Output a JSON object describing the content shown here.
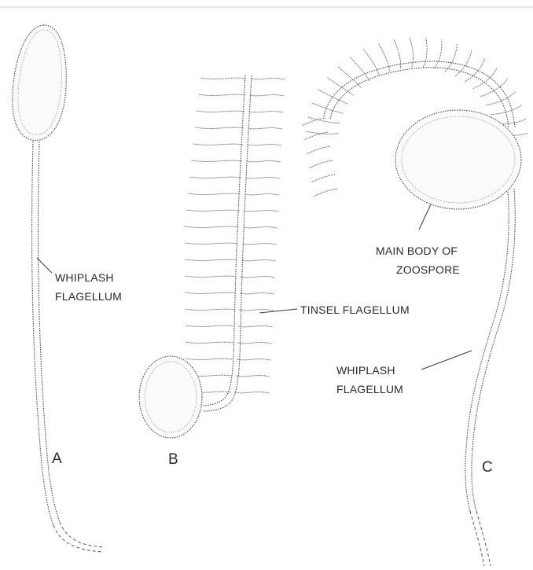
{
  "labels": {
    "whiplash_a_line1": "WHIPLASH",
    "whiplash_a_line2": "FLAGELLUM",
    "tinsel": "TINSEL FLAGELLUM",
    "main_body_line1": "MAIN BODY OF",
    "main_body_line2": "ZOOSPORE",
    "whiplash_c_line1": "WHIPLASH",
    "whiplash_c_line2": "FLAGELLUM",
    "panel_a": "A",
    "panel_b": "B",
    "panel_c": "C"
  },
  "colors": {
    "ink": "#2a2a2a",
    "background": "#ffffff"
  }
}
